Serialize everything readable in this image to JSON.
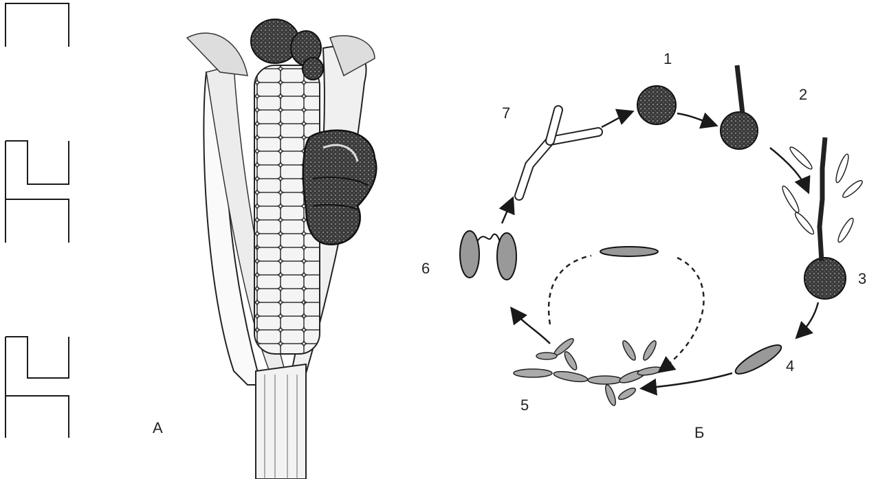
{
  "figure": {
    "panel_a_label": "А",
    "panel_b_label": "Б",
    "stages": [
      {
        "id": "1",
        "label": "1"
      },
      {
        "id": "2",
        "label": "2"
      },
      {
        "id": "3",
        "label": "3"
      },
      {
        "id": "4",
        "label": "4"
      },
      {
        "id": "5",
        "label": "5"
      },
      {
        "id": "6",
        "label": "6"
      },
      {
        "id": "7",
        "label": "7"
      }
    ]
  },
  "colors": {
    "ink": "#1a1a1a",
    "shade": "#555555",
    "paper": "#ffffff"
  }
}
